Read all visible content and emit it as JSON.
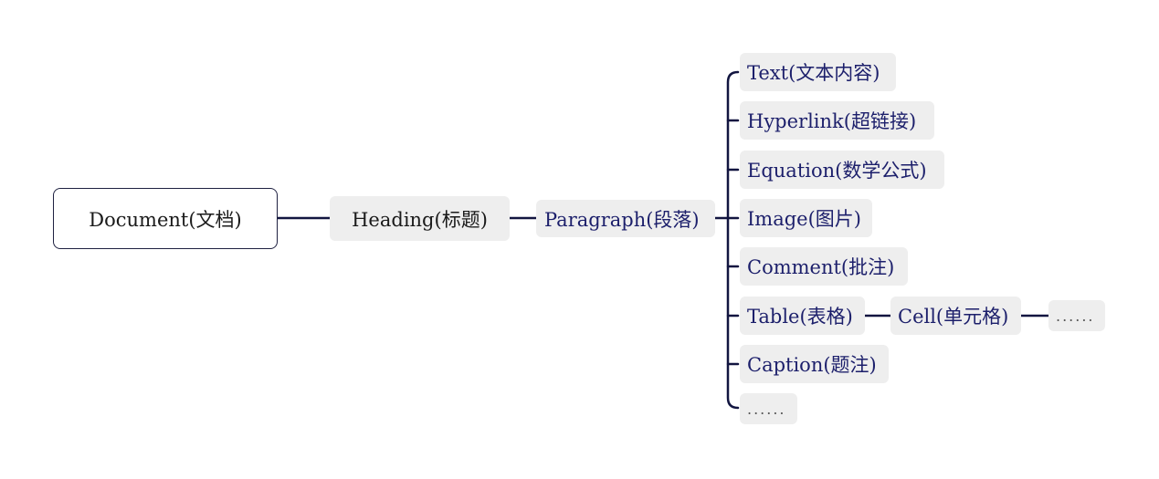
{
  "diagram": {
    "root": {
      "label": "Document(文档)"
    },
    "level1": {
      "label": "Heading(标题)"
    },
    "level2": {
      "label": "Paragraph(段落)"
    },
    "children": [
      {
        "label": "Text(文本内容)"
      },
      {
        "label": "Hyperlink(超链接)"
      },
      {
        "label": "Equation(数学公式)"
      },
      {
        "label": "Image(图片)"
      },
      {
        "label": "Comment(批注)"
      },
      {
        "label": "Table(表格)"
      },
      {
        "label": "Caption(题注)"
      },
      {
        "label": "......"
      }
    ],
    "table_children": [
      {
        "label": "Cell(单元格)"
      },
      {
        "label": "......"
      }
    ]
  },
  "colors": {
    "line": "#121540",
    "text_dark": "#1a1a1a",
    "text_blue": "#1c1f6b",
    "pill_bg": "#eeeeee"
  }
}
